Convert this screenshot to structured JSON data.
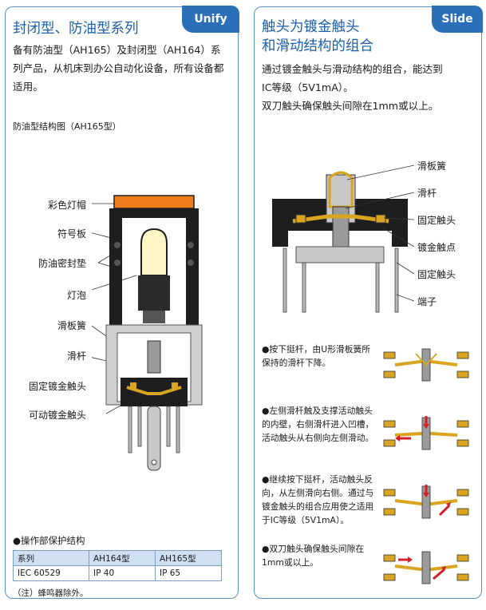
{
  "left": {
    "badge": "Unify",
    "title": "封闭型、防油型系列",
    "description": "备有防油型（AH165）及封闭型（AH164）系列产品，从机床到办公自动化设备，所有设备都适用。",
    "diagram_caption": "防油型结构图（AH165型）",
    "labels": [
      "彩色灯帽",
      "符号板",
      "防油密封垫",
      "灯泡",
      "滑板簧",
      "滑杆",
      "固定镀金触头",
      "可动镀金触头"
    ],
    "section_title": "●操作部保护结构",
    "table": {
      "header": [
        "系列",
        "AH164型",
        "AH165型"
      ],
      "rows": [
        [
          "IEC 60529",
          "IP 40",
          "IP 65"
        ]
      ]
    },
    "footnote": "（注）蜂鸣器除外。"
  },
  "right": {
    "badge": "Slide",
    "title_line1": "触头为镀金触头",
    "title_line2": "和滑动结构的组合",
    "description_line1": "通过镀金触头与滑动结构的组合，能达到",
    "description_line2": "IC等级（5V1mA）。",
    "description_line3": "双刀触头确保触头间隙在1mm或以上。",
    "labels": [
      "滑板簧",
      "滑杆",
      "固定触头",
      "镀金触点",
      "固定触头",
      "端子"
    ],
    "steps": [
      {
        "text": "●按下挺杆，由U形滑板簧所保持的滑杆下降。"
      },
      {
        "text": "●左侧滑杆触及支撑活动触头的内壁，右侧滑杆进入凹槽，活动触头从右侧向左侧滑动。"
      },
      {
        "text": "●继续按下挺杆，活动触头反向，从左侧滑向右侧。通过与镀金触头的组合应用使之适用于IC等级（5V1mA）。"
      },
      {
        "text": "●双刀触头确保触头间隙在1mm或以上。"
      }
    ],
    "colors": {
      "accent": "#2b6fb8",
      "gold": "#d9a520",
      "orange": "#f07d1c",
      "dark": "#1e1e1e"
    }
  }
}
